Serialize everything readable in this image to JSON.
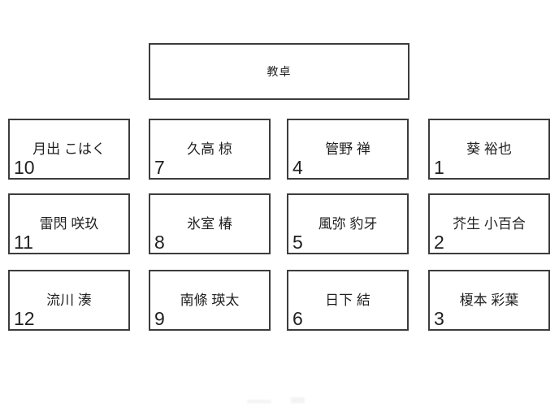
{
  "colors": {
    "background": "#ffffff",
    "border": "#3d3d3d",
    "text": "#1f1f1f"
  },
  "teacher_desk": {
    "label": "教卓"
  },
  "seats": [
    {
      "number": "10",
      "name": "月出 こはく",
      "row": 1,
      "col": 1
    },
    {
      "number": "7",
      "name": "久高 椋",
      "row": 1,
      "col": 2
    },
    {
      "number": "4",
      "name": "管野 禅",
      "row": 1,
      "col": 3
    },
    {
      "number": "1",
      "name": "葵 裕也",
      "row": 1,
      "col": 4
    },
    {
      "number": "11",
      "name": "雷閃 咲玖",
      "row": 2,
      "col": 1
    },
    {
      "number": "8",
      "name": "氷室 椿",
      "row": 2,
      "col": 2
    },
    {
      "number": "5",
      "name": "風弥 豹牙",
      "row": 2,
      "col": 3
    },
    {
      "number": "2",
      "name": "芥生 小百合",
      "row": 2,
      "col": 4
    },
    {
      "number": "12",
      "name": "流川 湊",
      "row": 3,
      "col": 1
    },
    {
      "number": "9",
      "name": "南條 瑛太",
      "row": 3,
      "col": 2
    },
    {
      "number": "6",
      "name": "日下 結",
      "row": 3,
      "col": 3
    },
    {
      "number": "3",
      "name": "榎本 彩葉",
      "row": 3,
      "col": 4
    }
  ]
}
